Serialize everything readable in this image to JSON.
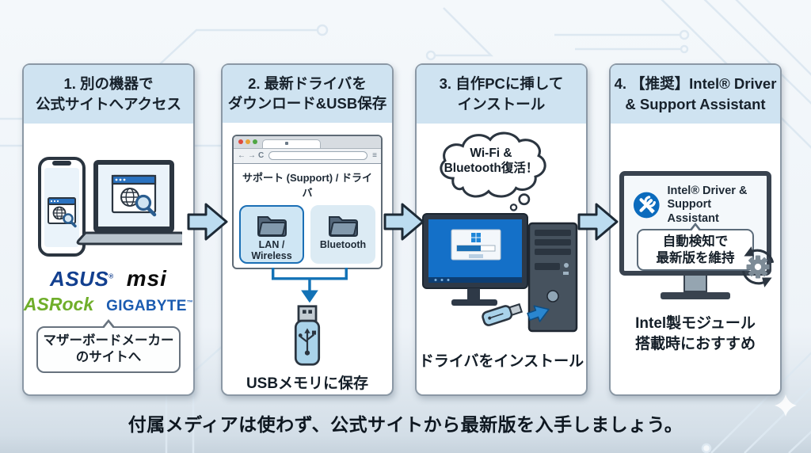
{
  "footer": {
    "caption": "付属メディアは使わず、公式サイトから最新版を入手しましょう。"
  },
  "colors": {
    "accent_blue": "#1272b6",
    "header_bg": "#cfe3f1",
    "arrow_fill": "#bcdcf0",
    "dsa_icon_blue": "#0b6bbd",
    "asus_blue": "#123f8f",
    "asrock_green": "#6fae2a",
    "gigabyte_blue": "#1b5bb0"
  },
  "step1": {
    "title": "1. 別の機器で\n公式サイトへアクセス",
    "logo_asus": "ASUS",
    "logo_asus_mark": "®",
    "logo_msi": "msi",
    "logo_asrock": "ASRock",
    "logo_gigabyte": "GIGABYTE",
    "logo_gigabyte_mark": "™",
    "bubble": "マザーボードメーカー\nのサイトへ"
  },
  "step2": {
    "title": "2. 最新ドライバを\nダウンロード&USB保存",
    "browser_heading": "サポート (Support) / ドライバ",
    "folder_lan": "LAN /\nWireless",
    "folder_bt": "Bluetooth",
    "reload_glyph": "C",
    "back_glyph": "←",
    "forward_glyph": "→",
    "menu_glyph": "≡",
    "caption": "USBメモリに保存"
  },
  "step3": {
    "title": "3. 自作PCに挿して\nインストール",
    "thought": "Wi-Fi &\nBluetooth復活！",
    "caption": "ドライバをインストール"
  },
  "step4": {
    "title": "4. 【推奨】Intel® Driver\n& Support Assistant",
    "app_name": "Intel® Driver &\nSupport Assistant",
    "bubble": "自動検知で\n最新版を維持",
    "caption": "Intel製モジュール\n搭載時におすすめ"
  }
}
